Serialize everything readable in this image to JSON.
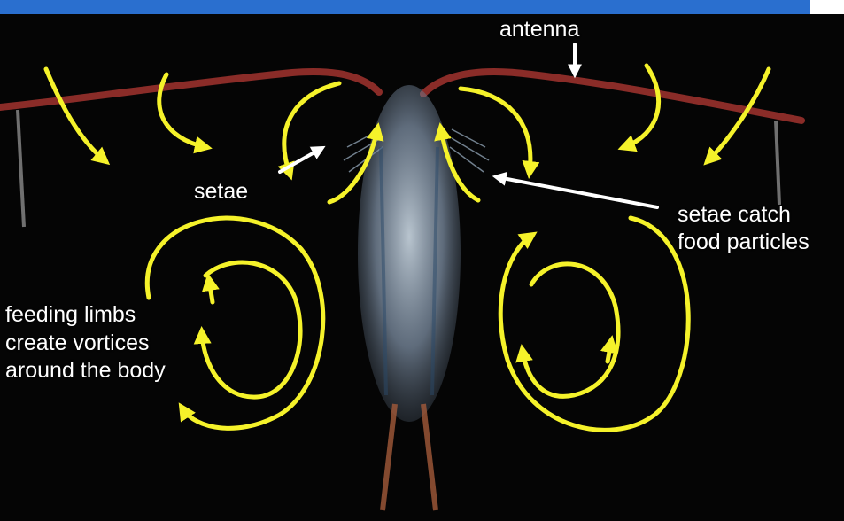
{
  "labels": {
    "antenna": "antenna",
    "setae": "setae",
    "setae_catch": "setae catch\nfood particles",
    "feeding_limbs": "feeding limbs\ncreate vortices\naround the body"
  },
  "colors": {
    "background": "#000000",
    "top_bar": "#2a6fcf",
    "arrow_yellow": "#f5f22a",
    "label_text": "#ffffff",
    "antenna_red": "#8a2c28"
  }
}
